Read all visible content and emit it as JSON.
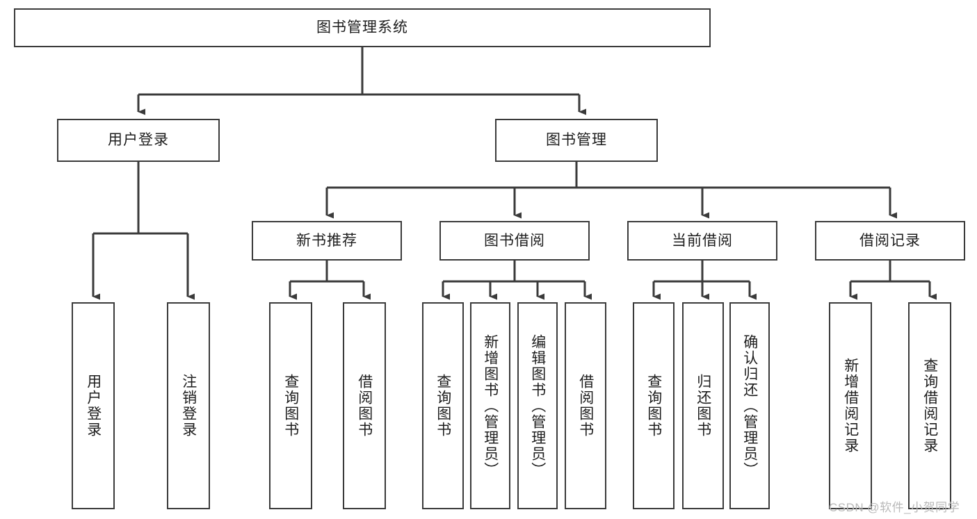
{
  "diagram": {
    "title": "图书管理系统",
    "type": "tree-hierarchy-chart",
    "orientation": "top-down",
    "style": {
      "box_border_color": "#3a3a3a",
      "box_fill_color": "#ffffff",
      "connector_color": "#3a3a3a",
      "background_color": "#ffffff",
      "text_color": "#1d1d1d"
    }
  },
  "root": {
    "label": "图书管理系统"
  },
  "level2": [
    {
      "label": "用户登录"
    },
    {
      "label": "图书管理"
    }
  ],
  "level3": [
    {
      "label": "新书推荐"
    },
    {
      "label": "图书借阅"
    },
    {
      "label": "当前借阅"
    },
    {
      "label": "借阅记录"
    }
  ],
  "leaves": {
    "user_login": [
      {
        "label": "用户登录"
      },
      {
        "label": "注销登录"
      }
    ],
    "new_book_recommend": [
      {
        "label": "查询图书"
      },
      {
        "label": "借阅图书"
      }
    ],
    "book_borrow": [
      {
        "label": "查询图书"
      },
      {
        "label": "新增图书（管理员）"
      },
      {
        "label": "编辑图书（管理员）"
      },
      {
        "label": "借阅图书"
      }
    ],
    "current_borrow": [
      {
        "label": "查询图书"
      },
      {
        "label": "归还图书"
      },
      {
        "label": "确认归还（管理员）"
      }
    ],
    "borrow_records": [
      {
        "label": "新增借阅记录"
      },
      {
        "label": "查询借阅记录"
      }
    ]
  },
  "watermark": {
    "text": "CSDN @软件_小贺同学"
  }
}
